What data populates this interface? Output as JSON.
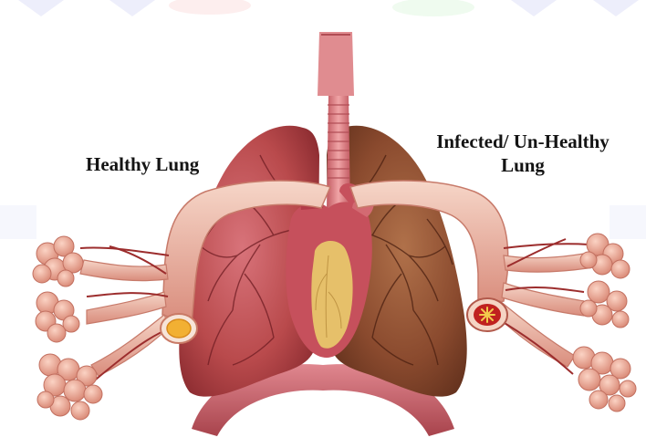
{
  "labels": {
    "healthy": "Healthy Lung",
    "infected_line1": "Infected/ Un-Healthy",
    "infected_line2": "Lung"
  },
  "colors": {
    "healthy_lung": "#b94a4c",
    "infected_lung": "#8a4a2e",
    "trachea": "#dc7f84",
    "heart": "#c6505c",
    "heart_core": "#e6c06a",
    "bronchi": "#eab9a6",
    "alveoli": "#eaa18e",
    "diaphragm": "#c9646e",
    "healthy_cross_section": "#f2b033",
    "infected_cross_section": "#c0211f"
  },
  "icons": {
    "watermark": "faint-watermark-letters"
  }
}
